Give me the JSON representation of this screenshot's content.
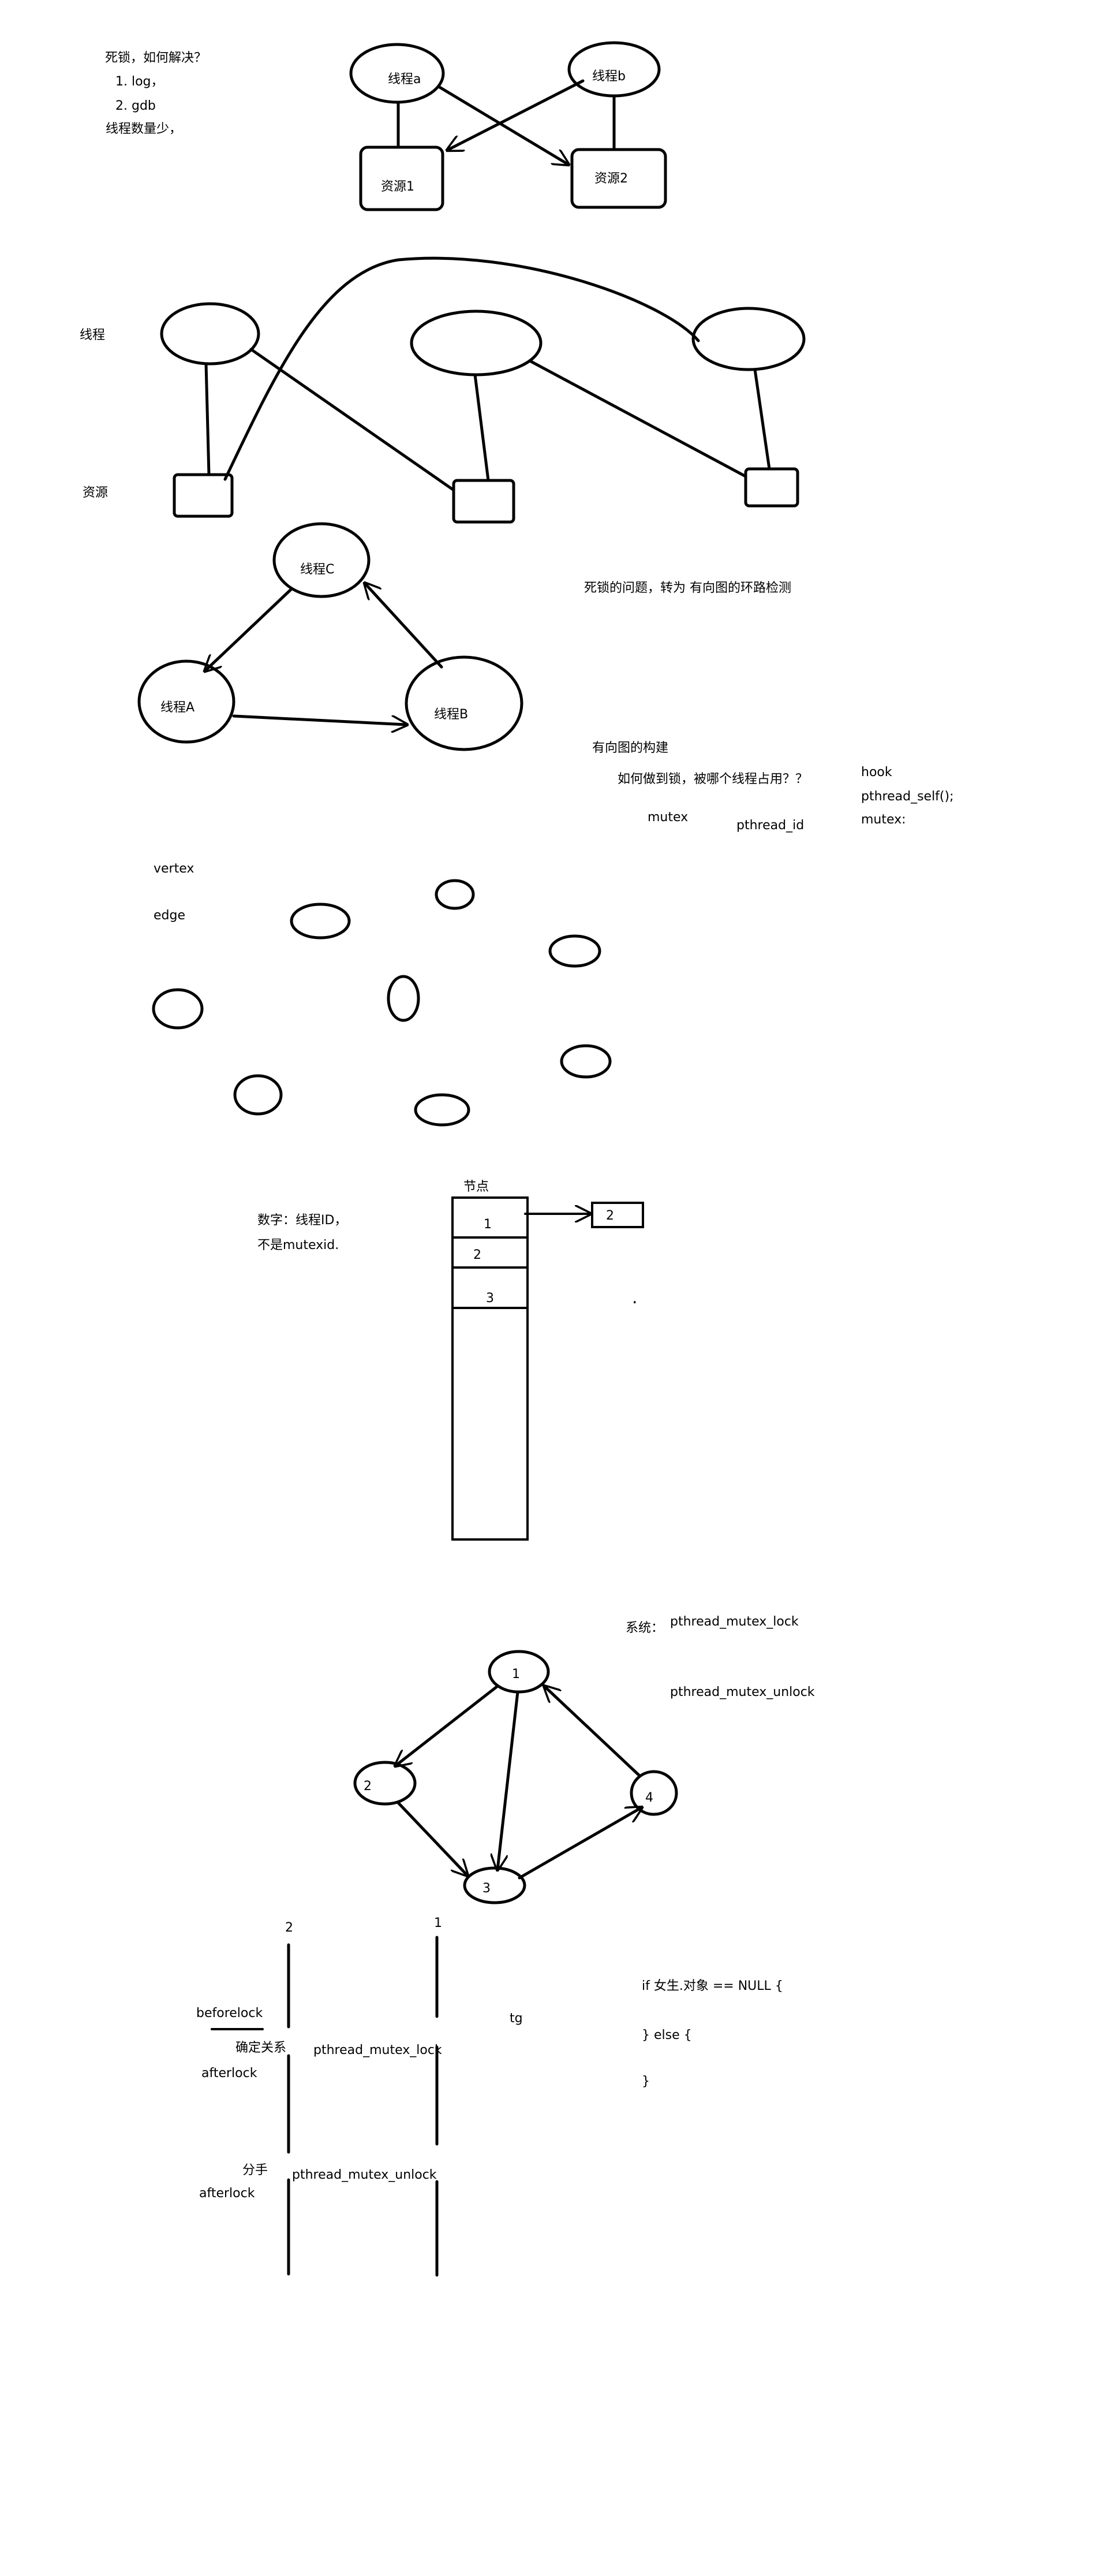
{
  "notes": {
    "deadlock_q": "死锁，如何解决？",
    "item1": "1. log，",
    "item2": "2. gdb",
    "item3": "线程数量少，"
  },
  "fig1": {
    "thread_a": "线程a",
    "thread_b": "线程b",
    "res1": "资源1",
    "res2": "资源2"
  },
  "fig2": {
    "threads_label": "线程",
    "resources_label": "资源"
  },
  "fig3": {
    "thread_c": "线程C",
    "thread_a": "线程A",
    "thread_b": "线程B"
  },
  "right_notes": {
    "convert": "死锁的问题，转为 有向图的环路检测",
    "build": "有向图的构建",
    "question": "如何做到锁，被哪个线程占用？？",
    "mutex": "mutex",
    "pthread_id": "pthread_id",
    "hook": "hook",
    "pthread_self": "pthread_self();",
    "mutex2": "mutex:"
  },
  "graph_labels": {
    "vertex": "vertex",
    "edge": "edge"
  },
  "table": {
    "nodes_label": "节点",
    "rows": [
      "1",
      "2",
      "3"
    ],
    "linked": "2",
    "dot": ".",
    "note1": "数字：线程ID，",
    "note2": "不是mutexid."
  },
  "system": {
    "label": "系统：",
    "lock": "pthread_mutex_lock",
    "unlock": "pthread_mutex_unlock"
  },
  "graph2": {
    "nodes": [
      "1",
      "2",
      "3",
      "4"
    ]
  },
  "timeline": {
    "col2": "2",
    "col1": "1",
    "beforelock": "beforelock",
    "relation": "确定关系",
    "afterlock1": "afterlock",
    "lock": "pthread_mutex_lock",
    "tg": "tg",
    "breakup": "分手",
    "afterlock2": "afterlock",
    "unlock": "pthread_mutex_unlock"
  },
  "code": {
    "line1": "if 女生.对象 == NULL {",
    "line2": "}  else {",
    "line3": "}"
  }
}
